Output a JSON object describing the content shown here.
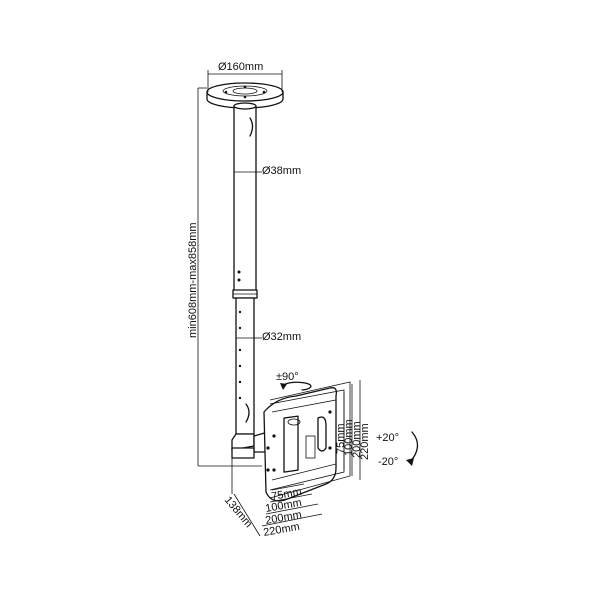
{
  "labels": {
    "plate_diameter": "Ø160mm",
    "upper_pole_diameter": "Ø38mm",
    "lower_pole_diameter": "Ø32mm",
    "height_range": "min608mm-max858mm",
    "swivel": "±90°",
    "tilt_up": "+20°",
    "tilt_down": "-20°",
    "depth": "138mm",
    "vesa_h_75": "75mm",
    "vesa_h_100": "100mm",
    "vesa_h_200": "200mm",
    "vesa_h_220": "220mm",
    "vesa_v_75": "75mm",
    "vesa_v_100": "100mm",
    "vesa_v_200": "200mm",
    "vesa_v_220": "220mm"
  }
}
